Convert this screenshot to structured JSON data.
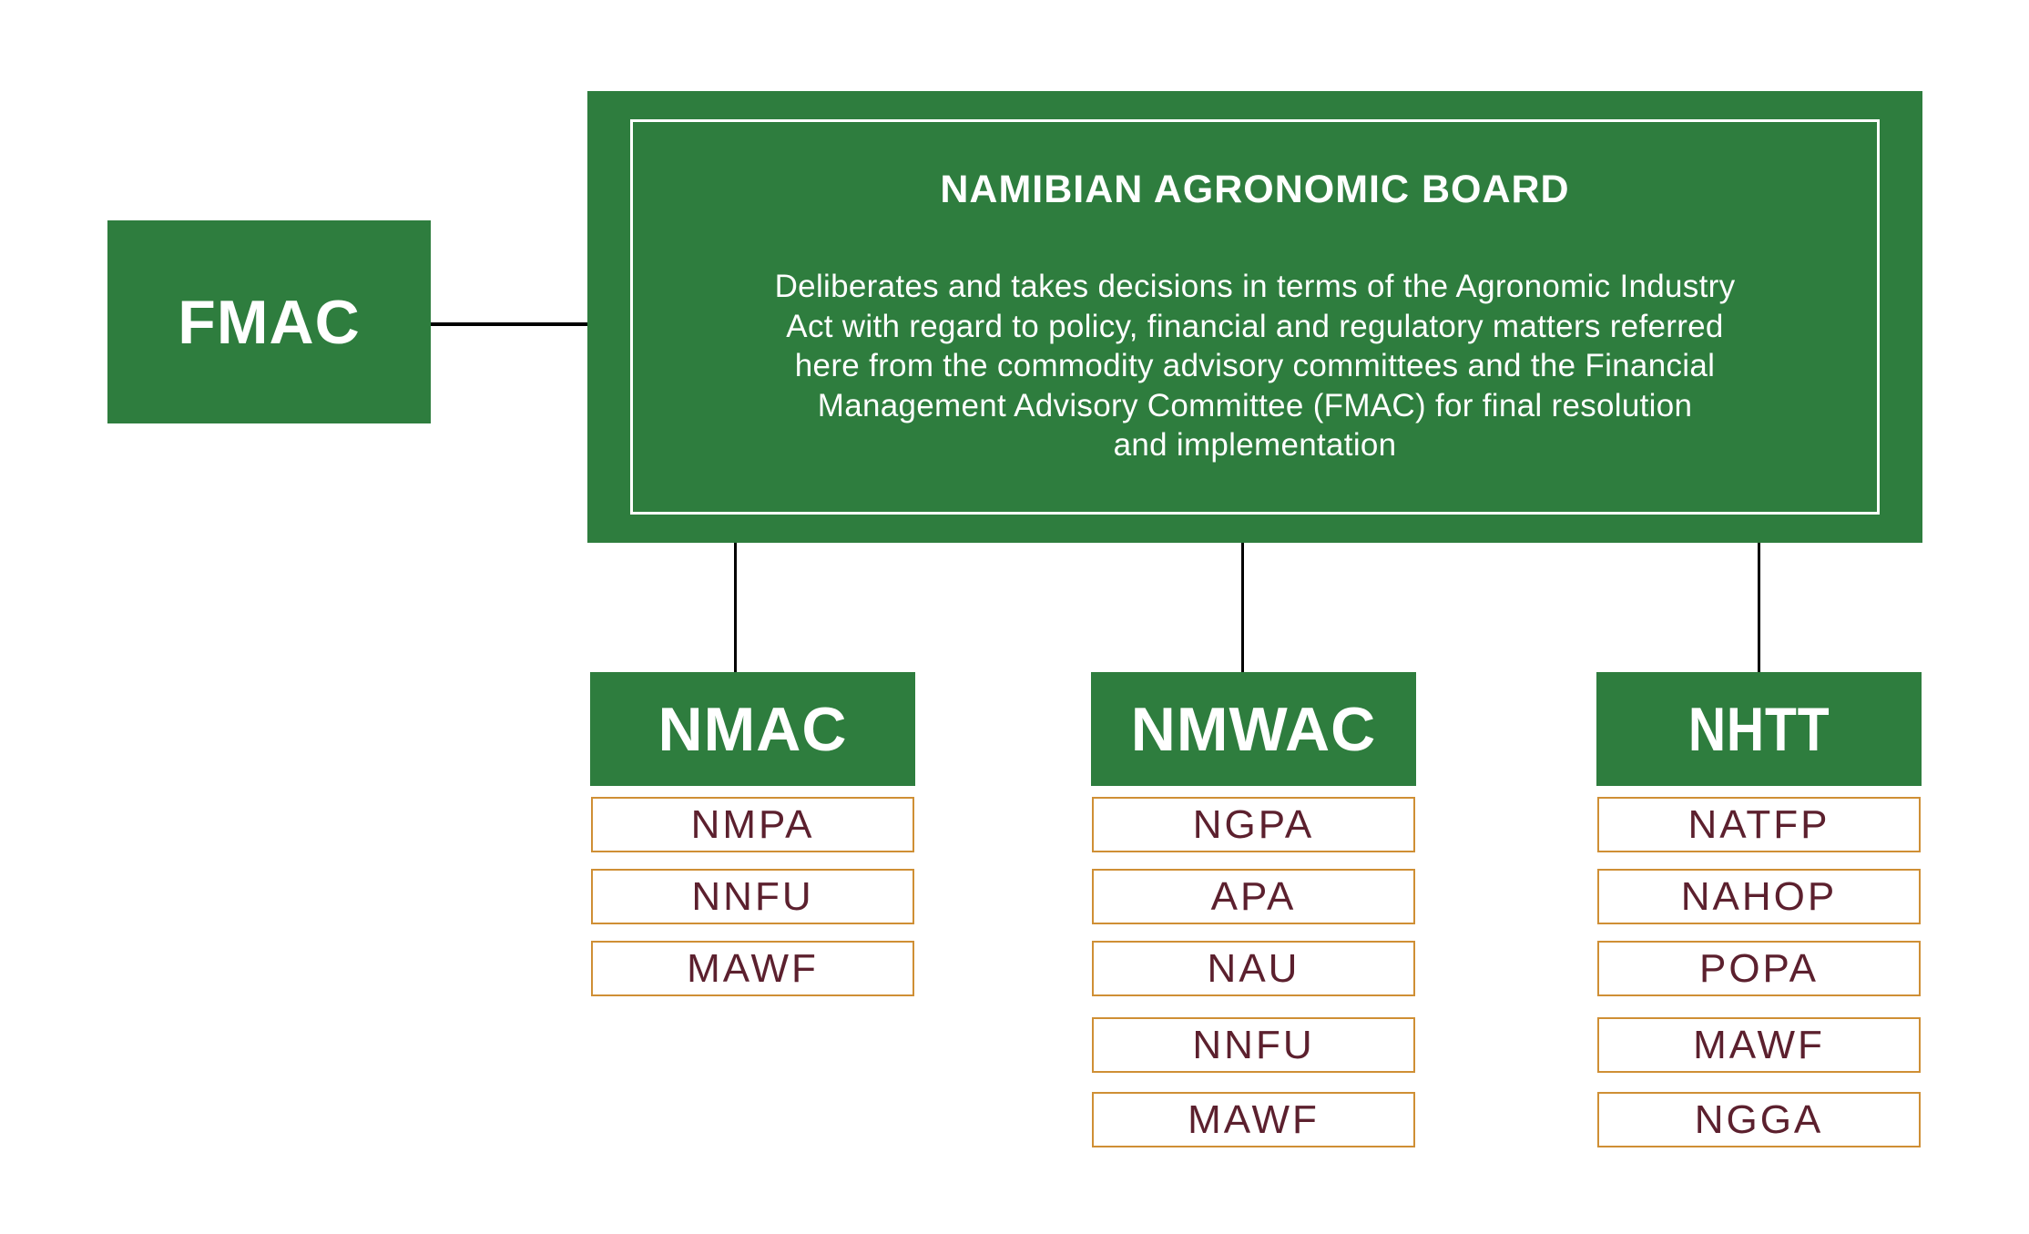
{
  "colors": {
    "green": "#2e7d3e",
    "member_border_orange": "#cf8f35",
    "member_text_maroon": "#5c202e",
    "connector_black": "#000000",
    "background_white": "#ffffff"
  },
  "fmac": {
    "label": "FMAC"
  },
  "board": {
    "title": "NAMIBIAN AGRONOMIC BOARD",
    "description_lines": [
      "Deliberates and takes decisions in terms of the Agronomic Industry",
      "Act with regard to policy, financial and regulatory matters referred",
      "here from the commodity advisory committees and the Financial",
      "Management Advisory Committee (FMAC) for final resolution",
      "and implementation"
    ]
  },
  "committees": [
    {
      "label": "NMAC",
      "members": [
        "NMPA",
        "NNFU",
        "MAWF"
      ]
    },
    {
      "label": "NMWAC",
      "members": [
        "NGPA",
        "APA",
        "NAU",
        "NNFU",
        "MAWF"
      ]
    },
    {
      "label": "NHTT",
      "members": [
        "NATFP",
        "NAHOP",
        "POPA",
        "MAWF",
        "NGGA"
      ]
    }
  ]
}
